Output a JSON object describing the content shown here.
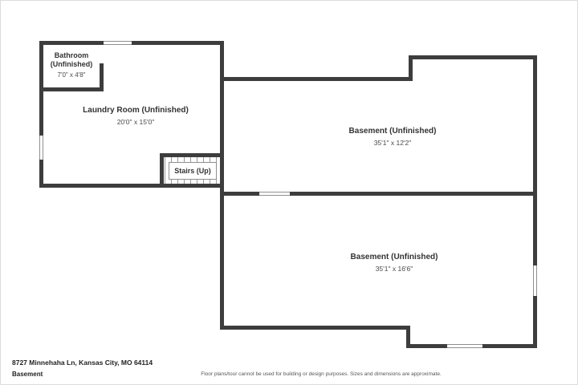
{
  "meta": {
    "address": "8727 Minnehaha Ln, Kansas City, MO 64114",
    "floor_label": "Basement",
    "disclaimer": "Floor plans/tour cannot be used for building or design purposes. Sizes and dimensions are approximate."
  },
  "rooms": {
    "bathroom": {
      "name": "Bathroom (Unfinished)",
      "dims": "7'0\" x 4'8\""
    },
    "laundry": {
      "name": "Laundry Room (Unfinished)",
      "dims": "20'0\" x 15'0\""
    },
    "basement_upper": {
      "name": "Basement (Unfinished)",
      "dims": "35'1\" x 12'2\""
    },
    "basement_lower": {
      "name": "Basement (Unfinished)",
      "dims": "35'1\" x 16'6\""
    },
    "stairs": {
      "name": "Stairs (Up)"
    }
  },
  "colors": {
    "wall": "#3d3d3d",
    "floor": "#ffffff",
    "text": "#323232"
  }
}
